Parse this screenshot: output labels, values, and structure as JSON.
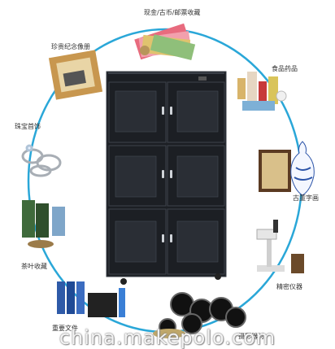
{
  "categories": [
    {
      "id": "cash",
      "label": "现金/古币/邮票收藏"
    },
    {
      "id": "album",
      "label": "珍贵纪念像册"
    },
    {
      "id": "food",
      "label": "食品药品"
    },
    {
      "id": "jewelry",
      "label": "珠宝首饰"
    },
    {
      "id": "antique",
      "label": "古董字画"
    },
    {
      "id": "tea",
      "label": "茶叶收藏"
    },
    {
      "id": "instrument",
      "label": "精密仪器"
    },
    {
      "id": "documents",
      "label": "重要文件"
    },
    {
      "id": "camera",
      "label": "摄影器材"
    }
  ],
  "watermark": "china.makepolo.com",
  "colors": {
    "ring": "#2aa7d8",
    "cabinet": "#1c1f24",
    "cabinet_edge": "#3a3f47"
  }
}
